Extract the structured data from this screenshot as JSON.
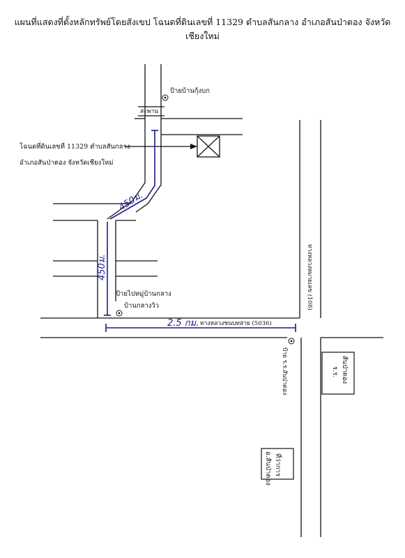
{
  "title": "แผนที่แสดงที่ตั้งหลักทรัพย์โดยสังเขป โฉนดที่ดินเลขที่ 11329 ตำบลสันกลาง อำเภอสันป่าตอง จังหวัดเชียงใหม่",
  "labels": {
    "bus_stop_top": "ป้ายบ้านกุ้งบก",
    "bridge": "สะพาน",
    "deed_line1": "โฉนดที่ดินเลขที่ 11329 ตำบลสันกลาง",
    "deed_line2": "อำเภอสันป่าตอง จังหวัดเชียงใหม่",
    "dist_450_diag": "450ม.",
    "dist_450_vert": "450ม.",
    "village_sign_line1": "ป้ายไปหมู่บ้านกลาง",
    "village_sign_line2": "บ้านกลางวิว",
    "dist_25km": "2.5 กม.",
    "highway_5036": "ทางหลวงชนบทสาย (5036)",
    "highway_108": "ทางหลวงหมายเลข (108)",
    "school_stop": "ป้าย ร.ร.สันป่าตอง",
    "school_box_line1": "ร.ร.",
    "school_box_line2": "สันป่าตอง",
    "district_office_line1": "ที่ว่าการ",
    "district_office_line2": "อ.สันป่าตอง"
  }
}
